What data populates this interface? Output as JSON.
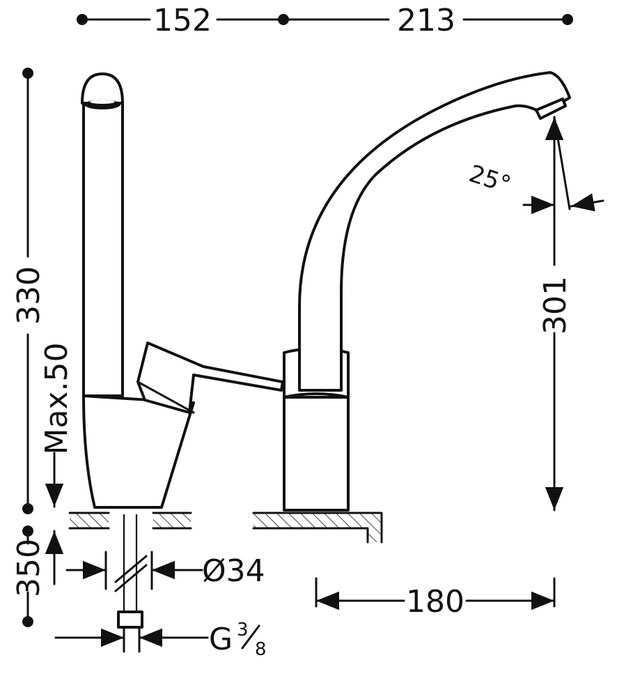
{
  "dimensions": {
    "width_left": "152",
    "width_right": "213",
    "height_total": "330",
    "spout_height": "301",
    "max_counter": "Max.50",
    "below_counter": "350",
    "hose_diameter": "Ø34",
    "thread_label": "G",
    "thread_num": "3",
    "thread_den": "8",
    "reach": "180",
    "swivel_angle": "25°"
  },
  "colors": {
    "line": "#111111",
    "background": "#ffffff"
  }
}
